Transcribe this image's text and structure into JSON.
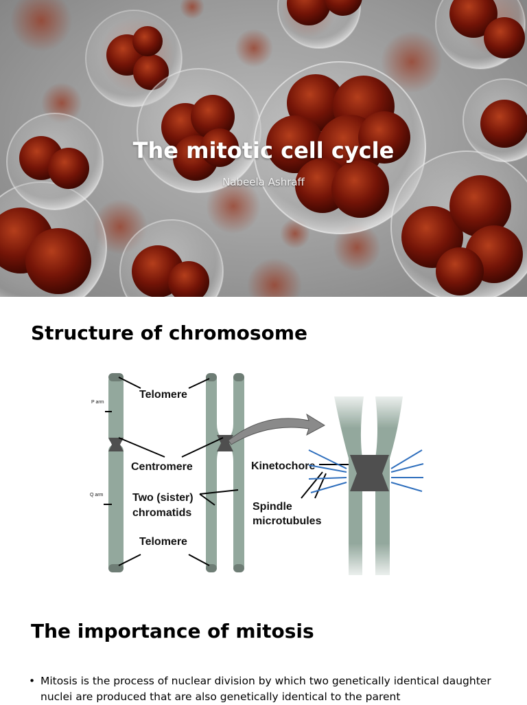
{
  "slide1": {
    "title": "The mitotic cell cycle",
    "author": "Nabeela Ashraff"
  },
  "slide2": {
    "title": "Structure of chromosome",
    "diagram": {
      "labels": {
        "p_arm": "P arm",
        "q_arm": "Q arm",
        "telomere_top": "Telomere",
        "centromere": "Centromere",
        "sister_line1": "Two (sister)",
        "sister_line2": "chromatids",
        "telomere_bottom": "Telomere",
        "kinetochore": "Kinetochore",
        "spindle_line1": "Spindle",
        "spindle_line2": "microtubules"
      }
    }
  },
  "slide3": {
    "title": "The importance of mitosis",
    "bullets": [
      "Mitosis is the process of nuclear division by which two genetically identical daughter nuclei are produced that are also genetically identical to the parent"
    ]
  },
  "colors": {
    "chromatid": "#93a89d",
    "chromatid_dark": "#6e7d75",
    "centromere": "#4f4f4f",
    "microtubule": "#2f6fbd",
    "cell_red": "#8a1c0a"
  }
}
